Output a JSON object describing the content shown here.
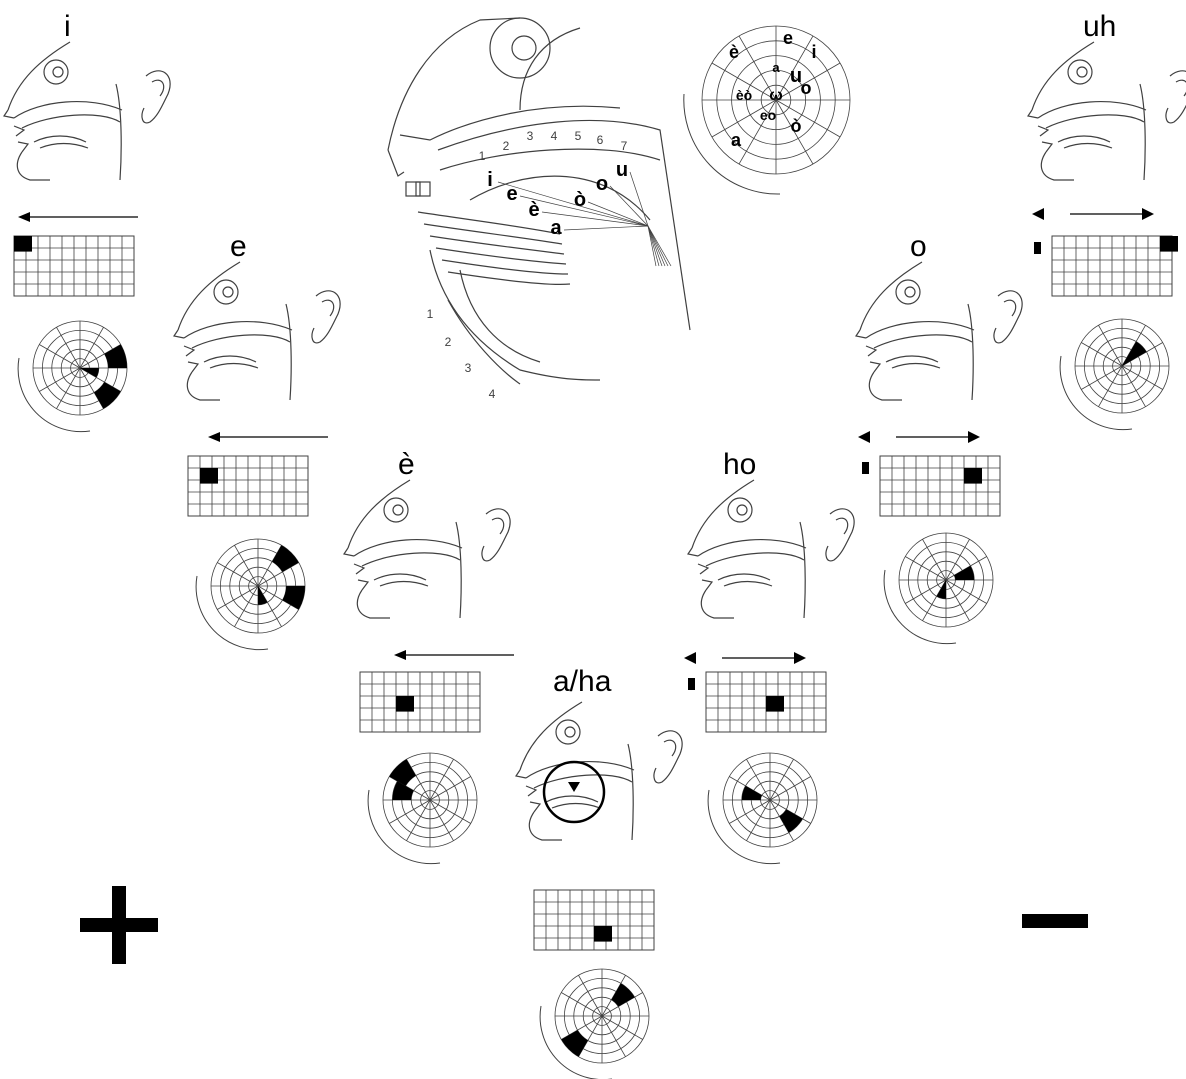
{
  "colors": {
    "ink": "#000000",
    "line": "#404040",
    "paper": "#ffffff"
  },
  "sign_plus": "+",
  "sign_minus": "−",
  "center": {
    "tongue_letters": [
      "i",
      "e",
      "è",
      "a",
      "ò",
      "o",
      "u"
    ],
    "articulation_numbers": [
      "1",
      "2",
      "3",
      "4",
      "5",
      "6",
      "7"
    ],
    "lower_numbers": [
      "1",
      "2",
      "3",
      "4"
    ],
    "wheel_letters": [
      "è",
      "e",
      "i",
      "a",
      "u",
      "èò",
      "ω",
      "o",
      "eo",
      "ò",
      "a"
    ]
  },
  "vowels": [
    {
      "id": "i",
      "label": "i",
      "arrow": "left",
      "grid_cells": [
        [
          0,
          0
        ]
      ],
      "side_mark": false,
      "wheel_wedges": [
        {
          "sector": 2,
          "rings": [
            3,
            4
          ]
        },
        {
          "sector": 4,
          "rings": [
            3,
            4
          ]
        },
        {
          "sector": 3,
          "rings": [
            0,
            1
          ]
        }
      ]
    },
    {
      "id": "e",
      "label": "e",
      "arrow": "left",
      "grid_cells": [
        [
          1,
          1
        ]
      ],
      "side_mark": false,
      "wheel_wedges": [
        {
          "sector": 1,
          "rings": [
            3,
            4
          ]
        },
        {
          "sector": 3,
          "rings": [
            3,
            4
          ]
        },
        {
          "sector": 5,
          "rings": [
            0,
            1
          ]
        }
      ]
    },
    {
      "id": "è",
      "label": "è",
      "arrow": "left",
      "grid_cells": [
        [
          3,
          2
        ]
      ],
      "side_mark": false,
      "wheel_wedges": [
        {
          "sector": 10,
          "rings": [
            3,
            4
          ]
        },
        {
          "sector": 9,
          "rings": [
            2,
            3
          ]
        }
      ]
    },
    {
      "id": "a/ha",
      "label": "a/ha",
      "arrow": "none",
      "grid_cells": [
        [
          5,
          3
        ]
      ],
      "side_mark": false,
      "circle": true,
      "wheel_wedges": [
        {
          "sector": 1,
          "rings": [
            2,
            3
          ]
        },
        {
          "sector": 7,
          "rings": [
            3,
            4
          ]
        }
      ]
    },
    {
      "id": "ho",
      "label": "ho",
      "arrow": "both",
      "grid_cells": [
        [
          5,
          2
        ]
      ],
      "side_mark": true,
      "wheel_wedges": [
        {
          "sector": 9,
          "rings": [
            1,
            2
          ]
        },
        {
          "sector": 4,
          "rings": [
            2,
            3
          ]
        }
      ]
    },
    {
      "id": "o",
      "label": "o",
      "arrow": "both",
      "grid_cells": [
        [
          7,
          1
        ]
      ],
      "side_mark": true,
      "wheel_wedges": [
        {
          "sector": 2,
          "rings": [
            1,
            2
          ]
        },
        {
          "sector": 6,
          "rings": [
            0,
            1
          ]
        }
      ]
    },
    {
      "id": "uh",
      "label": "uh",
      "arrow": "both",
      "grid_cells": [
        [
          9,
          0
        ]
      ],
      "side_mark": true,
      "wheel_wedges": [
        {
          "sector": 1,
          "rings": [
            0,
            2
          ]
        }
      ]
    }
  ]
}
